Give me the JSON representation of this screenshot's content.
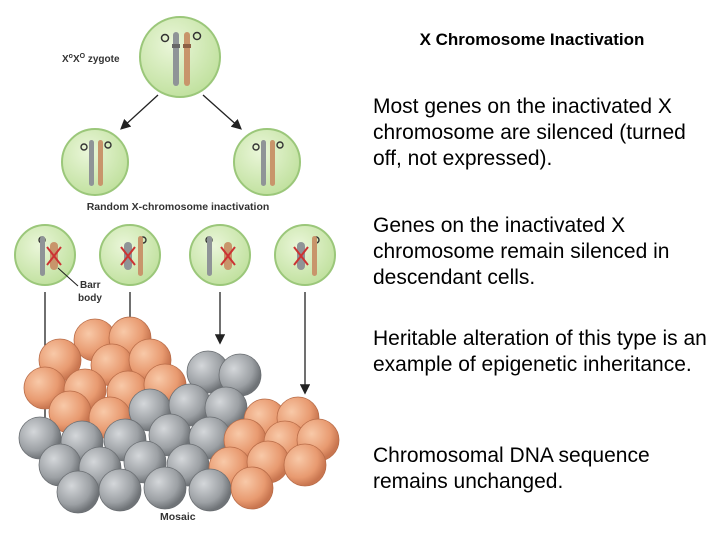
{
  "slide": {
    "title": "X Chromosome Inactivation",
    "bullets": [
      "Most genes on the inactivated X chromosome are silenced (turned off, not expressed).",
      "Genes on the inactivated X chromosome remain silenced in descendant cells.",
      "Heritable alteration of this type is an example of epigenetic inheritance.",
      "Chromosomal DNA sequence remains unchanged."
    ]
  },
  "figure": {
    "zygote_label": "X",
    "zygote_sup_1": "o",
    "zygote_mid": "X",
    "zygote_sup_2": "O",
    "zygote_suffix": " zygote",
    "random_label": "Random X-chromosome inactivation",
    "barr_label_1": "Barr",
    "barr_label_2": "body",
    "mosaic_label": "Mosaic",
    "colors": {
      "cell_fill": "#cfe8b0",
      "cell_stroke": "#9bc77a",
      "orange_chromosome": "#c8956b",
      "gray_chromosome": "#8f9497",
      "orange_cell": "#e9a07a",
      "gray_cell": "#9ea2a6",
      "inactivation_mark": "#cc3333"
    }
  }
}
